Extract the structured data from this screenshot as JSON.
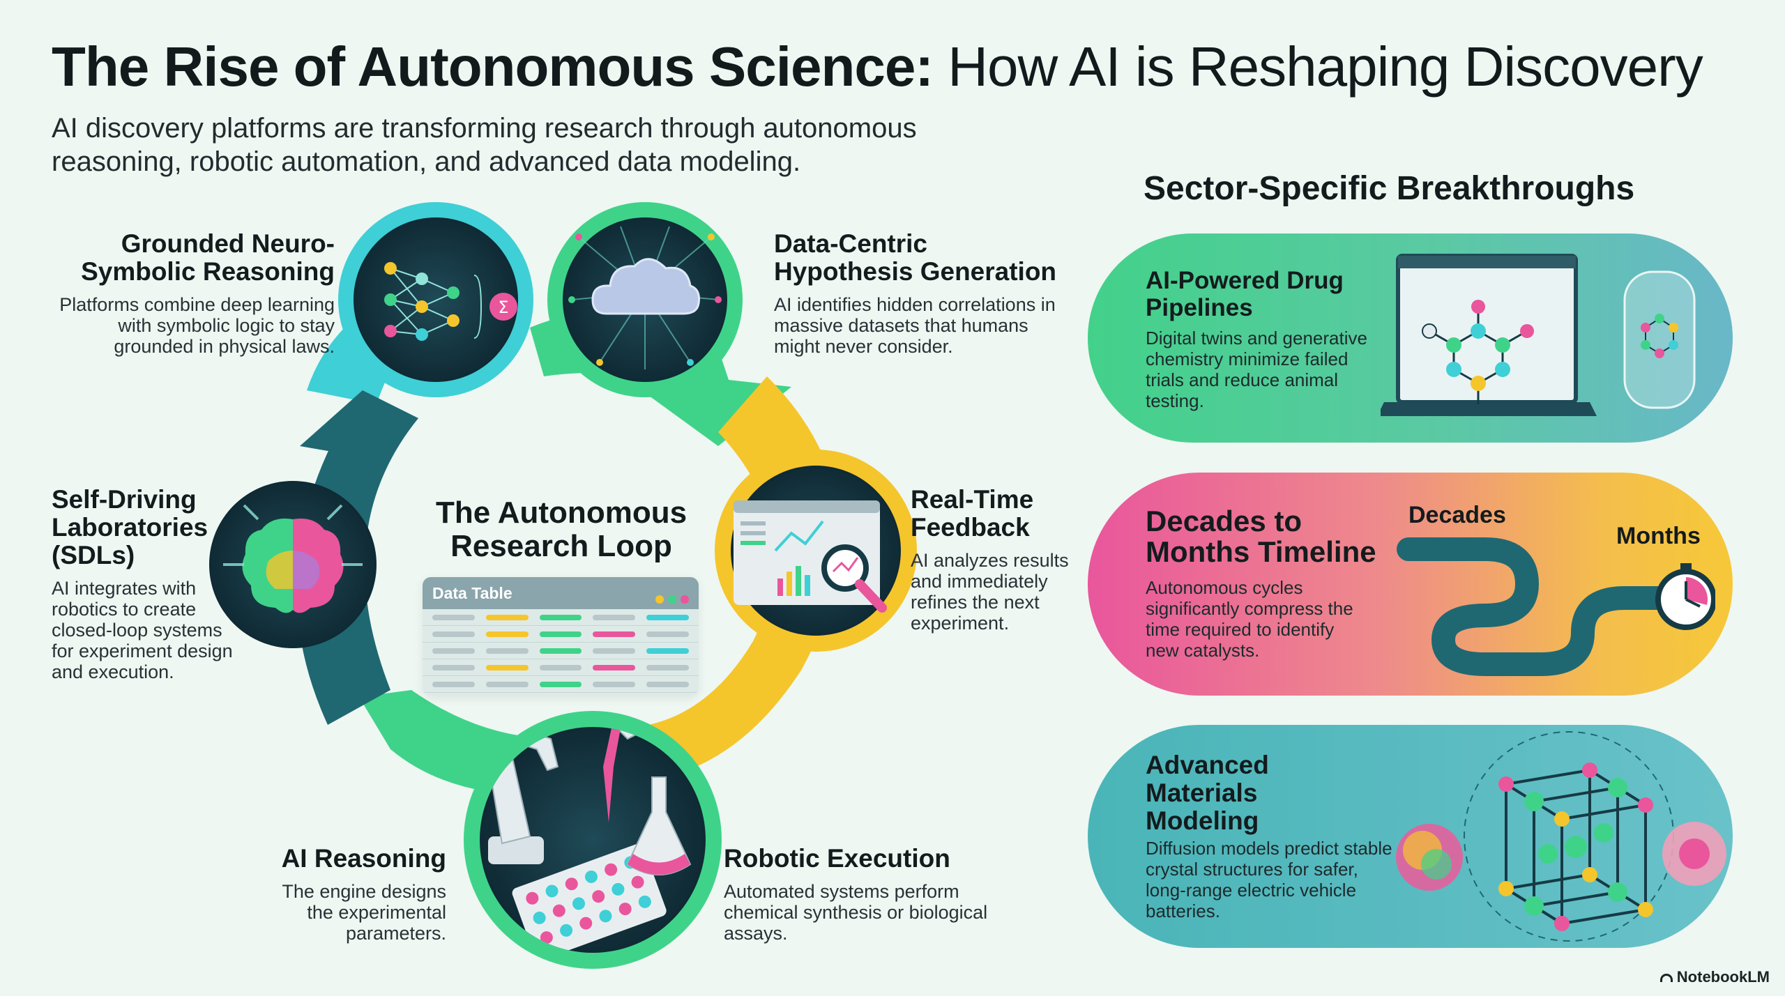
{
  "header": {
    "title_bold": "The Rise of Autonomous Science:",
    "title_light": "How AI is Reshaping Discovery",
    "subtitle": "AI discovery platforms are transforming research through autonomous reasoning, robotic automation, and advanced data modeling."
  },
  "loop": {
    "title": "The Autonomous Research Loop",
    "data_table_label": "Data Table",
    "nodes": [
      {
        "title": "Grounded Neuro-Symbolic Reasoning",
        "desc": "Platforms combine deep learning with symbolic logic to stay grounded in physical laws."
      },
      {
        "title": "Data-Centric Hypothesis Generation",
        "desc": "AI identifies hidden correlations in massive datasets that humans might never consider."
      },
      {
        "title": "Real-Time Feedback",
        "desc": "AI analyzes results and immediately refines the next experiment."
      },
      {
        "title": "Robotic Execution",
        "desc": "Automated systems perform chemical synthesis or biological assays."
      },
      {
        "title": "AI Reasoning",
        "desc": "The engine designs the experimental parameters."
      },
      {
        "title": "Self-Driving Laboratories (SDLs)",
        "desc": "AI integrates with robotics to create closed-loop systems for experiment design and execution."
      }
    ]
  },
  "sectors": {
    "title": "Sector-Specific Breakthroughs",
    "cards": [
      {
        "title": "AI-Powered Drug Pipelines",
        "desc": "Digital twins and generative chemistry minimize failed trials and reduce animal testing."
      },
      {
        "title": "Decades to Months Timeline",
        "desc": "Autonomous cycles significantly compress the time required to identify new catalysts.",
        "label_start": "Decades",
        "label_end": "Months"
      },
      {
        "title": "Advanced Materials Modeling",
        "desc": "Diffusion models predict stable crystal structures for safer, long-range electric vehicle batteries."
      }
    ]
  },
  "brand": "NotebookLM",
  "colors": {
    "teal_light": "#3fcfd6",
    "green": "#3fd38a",
    "yellow": "#f5c52c",
    "teal_dark": "#1f6872",
    "dark_navy": "#163a45",
    "pink": "#e9569c"
  },
  "icons": [
    "neural-network-icon",
    "cloud-data-icon",
    "analytics-magnifier-icon",
    "robot-arm-icon",
    "brain-icon",
    "laptop-molecule-icon",
    "winding-road-icon",
    "stopwatch-icon",
    "crystal-lattice-icon",
    "notebooklm-logo-icon"
  ]
}
